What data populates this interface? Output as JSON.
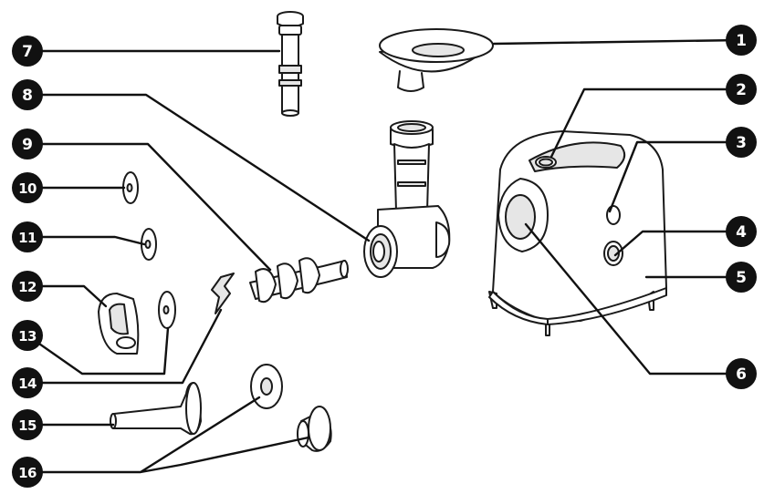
{
  "callouts": [
    {
      "id": "1",
      "label": "1"
    },
    {
      "id": "2",
      "label": "2"
    },
    {
      "id": "3",
      "label": "3"
    },
    {
      "id": "4",
      "label": "4"
    },
    {
      "id": "5",
      "label": "5"
    },
    {
      "id": "6",
      "label": "6"
    },
    {
      "id": "7",
      "label": "7"
    },
    {
      "id": "8",
      "label": "8"
    },
    {
      "id": "9",
      "label": "9"
    },
    {
      "id": "10",
      "label": "10"
    },
    {
      "id": "11",
      "label": "11"
    },
    {
      "id": "12",
      "label": "12"
    },
    {
      "id": "13",
      "label": "13"
    },
    {
      "id": "14",
      "label": "14"
    },
    {
      "id": "15",
      "label": "15"
    },
    {
      "id": "16",
      "label": "16"
    }
  ],
  "colors": {
    "ink": "#111111",
    "fill": "#ffffff",
    "shade": "#e6e6e6"
  }
}
